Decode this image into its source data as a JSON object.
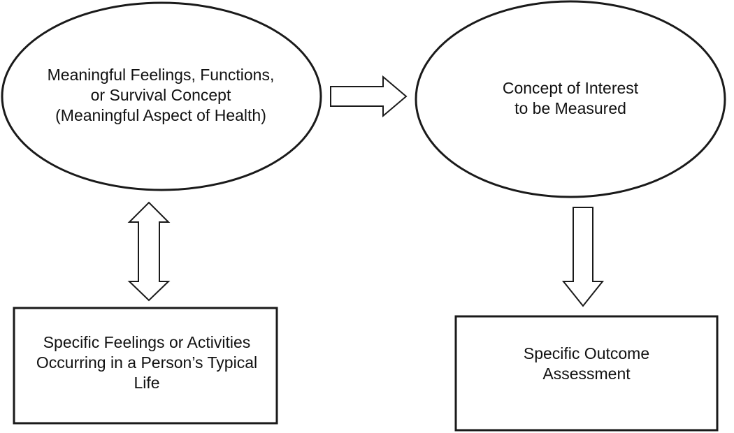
{
  "nodes": {
    "health_concept": {
      "lines": [
        "Meaningful Feelings, Functions,",
        "or Survival Concept",
        "(Meaningful Aspect of Health)"
      ]
    },
    "concept_of_interest": {
      "lines": [
        "Concept of Interest",
        "to be Measured"
      ]
    },
    "specific_feelings": {
      "lines": [
        "Specific Feelings or Activities",
        "Occurring in a Person’s Typical",
        "Life"
      ]
    },
    "outcome_assessment": {
      "lines": [
        "Specific Outcome",
        "Assessment"
      ]
    }
  },
  "colors": {
    "stroke": "#1a1a1a",
    "fill": "#ffffff",
    "text": "#111111"
  }
}
